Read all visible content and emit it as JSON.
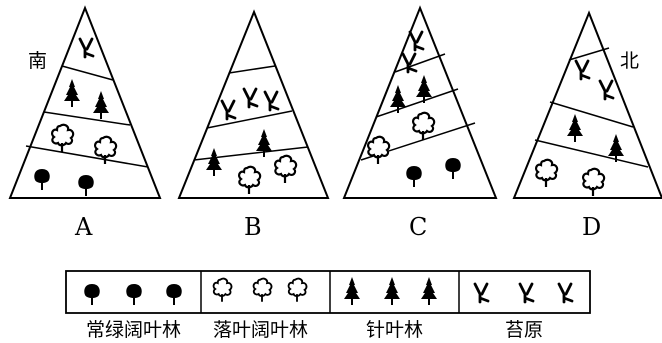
{
  "mountains": [
    {
      "id": "A",
      "letter": "A",
      "direction": "南",
      "belts": [
        "苔原",
        "针叶林",
        "落叶阔叶林",
        "常绿阔叶林"
      ]
    },
    {
      "id": "B",
      "letter": "B",
      "direction": "",
      "belts": [
        "",
        "苔原",
        "针叶林",
        "落叶阔叶林"
      ]
    },
    {
      "id": "C",
      "letter": "C",
      "direction": "",
      "belts": [
        "苔原",
        "针叶林",
        "落叶阔叶林",
        "常绿阔叶林"
      ]
    },
    {
      "id": "D",
      "letter": "D",
      "direction": "北",
      "belts": [
        "",
        "苔原",
        "针叶林",
        "落叶阔叶林"
      ]
    }
  ],
  "legend": [
    {
      "label": "常绿阔叶林",
      "icon": "evergreen-broadleaf-tree-icon"
    },
    {
      "label": "落叶阔叶林",
      "icon": "deciduous-broadleaf-tree-icon"
    },
    {
      "label": "针叶林",
      "icon": "conifer-tree-icon"
    },
    {
      "label": "苔原",
      "icon": "tundra-shrub-icon"
    }
  ],
  "colors": {
    "ink": "#000000",
    "background": "#ffffff"
  }
}
